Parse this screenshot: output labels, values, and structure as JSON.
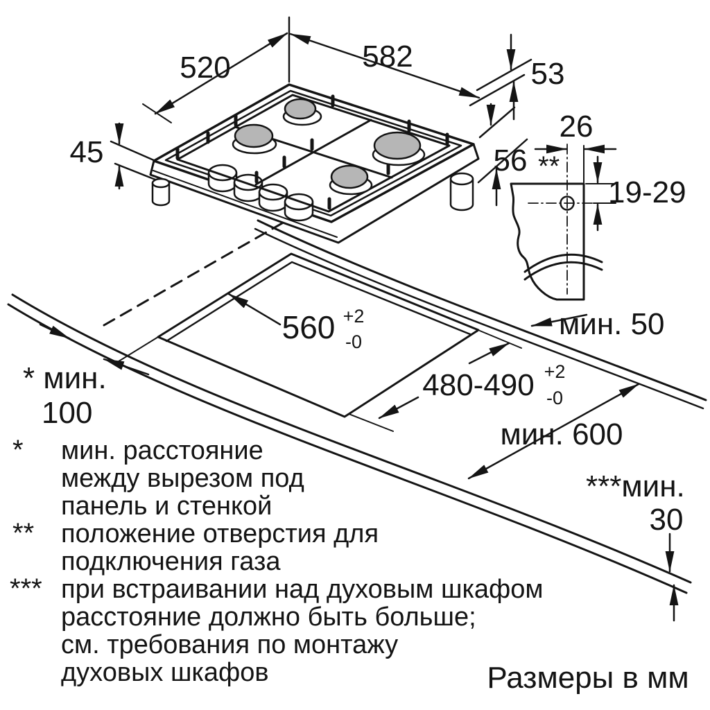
{
  "diagram": {
    "units_note": "Размеры в мм",
    "dimensions": {
      "hob_depth": "520",
      "hob_width": "582",
      "edge_height": "53",
      "front_height": "45",
      "body_height": "56",
      "gas_hole_offset": "26",
      "gas_hole_depth": "19-29",
      "gas_marker": "**",
      "rear_clearance": "мин. 50",
      "cutout_width": "560",
      "cutout_width_tol_plus": "+2",
      "cutout_width_tol_minus": "-0",
      "cutout_depth": "480-490",
      "cutout_depth_tol_plus": "+2",
      "cutout_depth_tol_minus": "-0",
      "side_clearance_prefix": "* мин.",
      "side_clearance_value": "100",
      "worktop_depth": "мин. 600",
      "worktop_thickness_prefix": "***мин.",
      "worktop_thickness_value": "30"
    },
    "footnotes": [
      {
        "marker": "*",
        "lines": [
          "мин. расстояние",
          "между вырезом под",
          "панель и стенкой"
        ]
      },
      {
        "marker": "**",
        "lines": [
          "положение отверстия для",
          "подключения газа"
        ]
      },
      {
        "marker": "***",
        "lines": [
          "при встраивании над духовым шкафом",
          "расстояние должно быть больше;",
          "см. требования по монтажу",
          "духовых шкафов"
        ]
      }
    ]
  }
}
